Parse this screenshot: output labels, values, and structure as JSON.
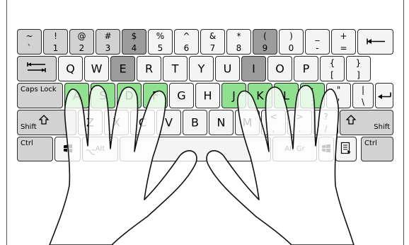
{
  "colors": {
    "key_light": "#f4f4f4",
    "key_gray": "#d2d2d2",
    "key_dark": "#9c9c9c",
    "key_green": "#8fe08f",
    "border": "#2b2b2b",
    "hand_fill": "rgba(255,255,255,0.78)",
    "hand_stroke": "#111111"
  },
  "rows": [
    [
      {
        "id": "tilde",
        "up": "~",
        "dn": "`",
        "color": "key_gray",
        "icon": "none"
      },
      {
        "id": "1",
        "up": "!",
        "dn": "1",
        "color": "key_gray"
      },
      {
        "id": "2",
        "up": "@",
        "dn": "2",
        "color": "key_gray"
      },
      {
        "id": "3",
        "up": "#",
        "dn": "3",
        "color": "key_gray"
      },
      {
        "id": "4",
        "up": "$",
        "dn": "4",
        "color": "key_dark"
      },
      {
        "id": "5",
        "up": "%",
        "dn": "5",
        "color": "key_light"
      },
      {
        "id": "6",
        "up": "^",
        "dn": "6",
        "color": "key_light"
      },
      {
        "id": "7",
        "up": "&",
        "dn": "7",
        "color": "key_light"
      },
      {
        "id": "8",
        "up": "*",
        "dn": "8",
        "color": "key_light"
      },
      {
        "id": "9",
        "up": "(",
        "dn": "9",
        "color": "key_dark"
      },
      {
        "id": "0",
        "up": ")",
        "dn": "0",
        "color": "key_light"
      },
      {
        "id": "minus",
        "up": "_",
        "dn": "-",
        "color": "key_light"
      },
      {
        "id": "equals",
        "up": "+",
        "dn": "=",
        "color": "key_light"
      },
      {
        "id": "backspace",
        "icon": "backspace-icon",
        "color": "key_light"
      }
    ],
    [
      {
        "id": "tab",
        "icon": "tab-icon",
        "color": "key_gray"
      },
      {
        "id": "q",
        "label": "Q",
        "color": "key_light"
      },
      {
        "id": "w",
        "label": "W",
        "color": "key_light"
      },
      {
        "id": "e",
        "label": "E",
        "color": "key_dark"
      },
      {
        "id": "r",
        "label": "R",
        "color": "key_light"
      },
      {
        "id": "t",
        "label": "T",
        "color": "key_light"
      },
      {
        "id": "y",
        "label": "Y",
        "color": "key_light"
      },
      {
        "id": "u",
        "label": "U",
        "color": "key_light"
      },
      {
        "id": "i",
        "label": "I",
        "color": "key_dark"
      },
      {
        "id": "o",
        "label": "O",
        "color": "key_light"
      },
      {
        "id": "p",
        "label": "P",
        "color": "key_light"
      },
      {
        "id": "lbracket",
        "up": "{",
        "dn": "[",
        "color": "key_light"
      },
      {
        "id": "rbracket",
        "up": "}",
        "dn": "]",
        "color": "key_light"
      }
    ],
    [
      {
        "id": "capslock",
        "label": "Caps Lock",
        "color": "key_gray"
      },
      {
        "id": "a",
        "label": "A",
        "color": "key_green"
      },
      {
        "id": "s",
        "label": "S",
        "color": "key_green"
      },
      {
        "id": "d",
        "label": "D",
        "color": "key_green"
      },
      {
        "id": "f",
        "label": "F",
        "color": "key_green"
      },
      {
        "id": "g",
        "label": "G",
        "color": "key_light"
      },
      {
        "id": "h",
        "label": "H",
        "color": "key_light"
      },
      {
        "id": "j",
        "label": "J",
        "color": "key_green"
      },
      {
        "id": "k",
        "label": "K",
        "color": "key_green"
      },
      {
        "id": "l",
        "label": "L",
        "color": "key_green"
      },
      {
        "id": "semicolon",
        "up": ":",
        "dn": ";",
        "color": "key_green"
      },
      {
        "id": "quote",
        "up": "\"",
        "dn": "'",
        "color": "key_light"
      },
      {
        "id": "backslash",
        "up": "|",
        "dn": "\\",
        "color": "key_light"
      },
      {
        "id": "enter",
        "icon": "enter-icon",
        "color": "key_light"
      }
    ],
    [
      {
        "id": "lshift",
        "label": "Shift",
        "icon": "shift-icon",
        "color": "key_gray"
      },
      {
        "id": "z",
        "label": "Z",
        "color": "key_light"
      },
      {
        "id": "x",
        "label": "X",
        "color": "key_light"
      },
      {
        "id": "c",
        "label": "C",
        "color": "key_light"
      },
      {
        "id": "v",
        "label": "V",
        "color": "key_light"
      },
      {
        "id": "b",
        "label": "B",
        "color": "key_light"
      },
      {
        "id": "n",
        "label": "N",
        "color": "key_light"
      },
      {
        "id": "m",
        "label": "M",
        "color": "key_light"
      },
      {
        "id": "comma",
        "up": "<",
        "dn": ",",
        "color": "key_light"
      },
      {
        "id": "period",
        "up": ">",
        "dn": ".",
        "color": "key_light"
      },
      {
        "id": "slash",
        "up": "?",
        "dn": "/",
        "color": "key_light"
      },
      {
        "id": "rshift",
        "label": "Shift",
        "icon": "shift-icon",
        "color": "key_gray"
      }
    ],
    [
      {
        "id": "lctrl",
        "label": "Ctrl",
        "color": "key_gray"
      },
      {
        "id": "lwin",
        "icon": "windows-icon",
        "color": "key_light"
      },
      {
        "id": "alt",
        "label": "Alt",
        "icon": "option-icon",
        "color": "key_light"
      },
      {
        "id": "space",
        "label": "",
        "color": "key_light"
      },
      {
        "id": "altgr",
        "label": "Alt Gr",
        "color": "key_light"
      },
      {
        "id": "rwin",
        "icon": "windows-icon",
        "color": "key_light"
      },
      {
        "id": "menu",
        "icon": "menu-icon",
        "color": "key_light"
      },
      {
        "id": "rctrl",
        "label": "Ctrl",
        "color": "key_gray"
      }
    ]
  ],
  "home_keys": [
    "A",
    "S",
    "D",
    "F",
    "J",
    "K",
    "L",
    ";"
  ]
}
